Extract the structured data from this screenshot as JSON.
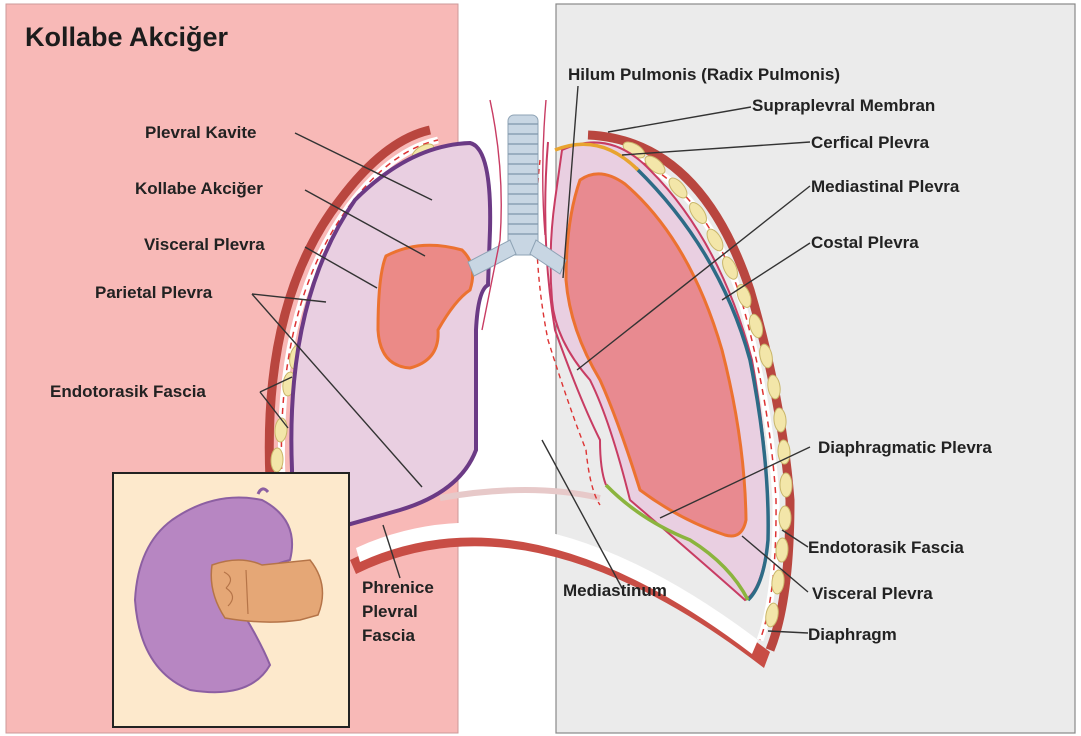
{
  "title": "Kollabe Akciğer",
  "colors": {
    "left_panel": "#f8b9b7",
    "right_panel": "#ebebeb",
    "lung_fill": "#e9cfe1",
    "collapsed_lung": "#eb8a87",
    "visceral_line": "#ec7230",
    "parietal_purple": "#6b3a85",
    "chest_wall": "#b9463f",
    "fat_pad": "#f3e6a9",
    "costal_line": "#2d6b86",
    "diaphragmatic_line": "#8bb43e",
    "supraplevral_line": "#e8a42f"
  },
  "labels": {
    "plevral_kavite": "Plevral Kavite",
    "kollabe_akciger": "Kollabe Akciğer",
    "visceral_plevra_left": "Visceral Plevra",
    "parietal_plevra": "Parietal Plevra",
    "endotorasik_fascia_left": "Endotorasik Fascia",
    "phrenice_line1": "Phrenice",
    "phrenice_line2": "Plevral",
    "phrenice_line3": "Fascia",
    "mediastinum": "Mediastinum",
    "hilum_pulmonis": "Hilum Pulmonis (Radix Pulmonis)",
    "supraplevral_membran": "Supraplevral Membran",
    "cerfical_plevra": "Cerfical Plevra",
    "mediastinal_plevra": "Mediastinal Plevra",
    "costal_plevra": "Costal Plevra",
    "diaphragmatic_plevra": "Diaphragmatic Plevra",
    "endotorasik_fascia_right": "Endotorasik Fascia",
    "visceral_plevra_right": "Visceral Plevra",
    "diaphragm": "Diaphragm"
  }
}
